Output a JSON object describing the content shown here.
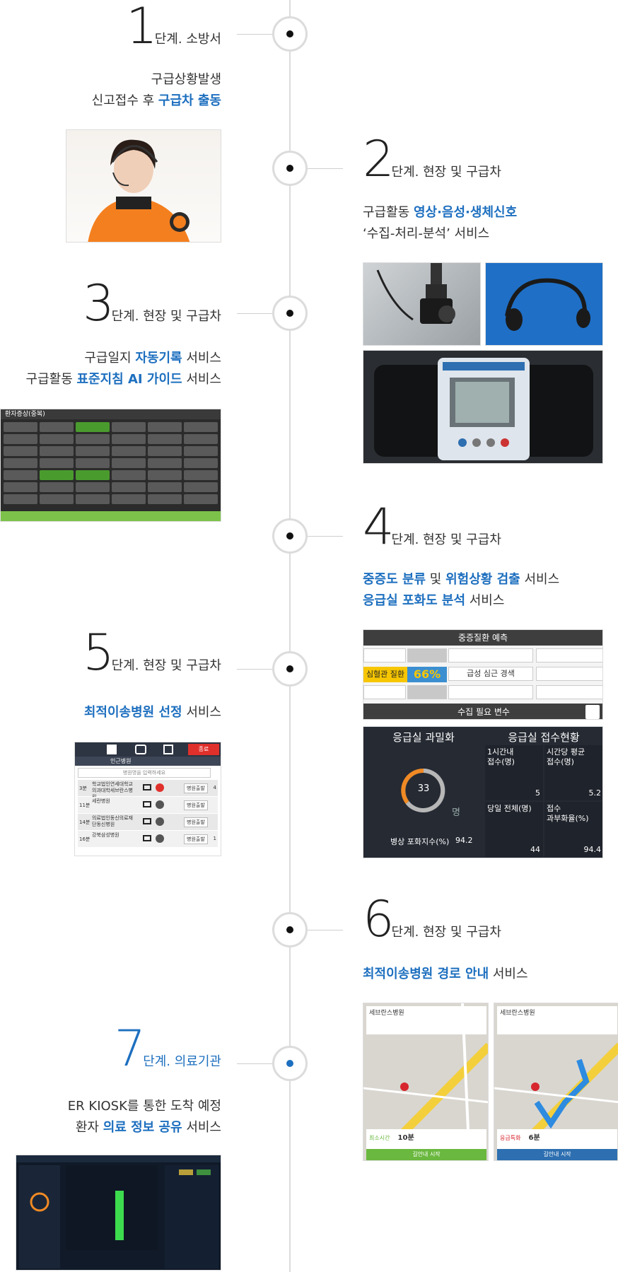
{
  "steps": [
    {
      "num": "1",
      "label": "단계. 소방서",
      "line1": "구급상황발생",
      "line2_pre": "신고접수 후 ",
      "line2_hl": "구급차 출동"
    },
    {
      "num": "2",
      "label": "단계. 현장 및 구급차",
      "line1_pre": "구급활동 ",
      "line1_hl": "영상·음성·생체신호",
      "line2": "‘수집-처리-분석’ 서비스"
    },
    {
      "num": "3",
      "label": "단계. 현장 및 구급차",
      "line1_pre": "구급일지 ",
      "line1_hl": "자동기록",
      "line1_post": " 서비스",
      "line2_pre": "구급활동 ",
      "line2_hl": "표준지침 AI 가이드",
      "line2_post": " 서비스"
    },
    {
      "num": "4",
      "label": "단계. 현장 및 구급차",
      "line1_hl1": "중증도 분류",
      "line1_mid": " 및 ",
      "line1_hl2": "위험상황 검출",
      "line1_post": " 서비스",
      "line2_hl": "응급실 포화도 분석",
      "line2_post": " 서비스"
    },
    {
      "num": "5",
      "label": "단계. 현장 및 구급차",
      "line1_hl": "최적이송병원 선정",
      "line1_post": " 서비스"
    },
    {
      "num": "6",
      "label": "단계. 현장 및 구급차",
      "line1_hl": "최적이송병원 경로 안내",
      "line1_post": " 서비스"
    },
    {
      "num": "7",
      "label": "단계. 의료기관",
      "line1": "ER KIOSK를 통한 도착 예정",
      "line2_pre": "환자 ",
      "line2_hl": "의료 정보 공유",
      "line2_post": " 서비스"
    }
  ],
  "screens": {
    "symptoms_title": "환자증상(중복)",
    "severity": {
      "title": "중증질환 예측",
      "disease": "심혈관 질환",
      "percent": "66%",
      "warning": "급성 심근 경색",
      "vars_title": "수집 필요 변수"
    },
    "er": {
      "left_title": "응급실 과밀화",
      "right_title": "응급실 접수현황",
      "gauge_value": "33",
      "gauge_unit": "명",
      "saturation_label": "병상 포화지수(%)",
      "saturation_value": "94.2",
      "cells": [
        {
          "label": "1시간내\n접수(명)",
          "value": "5"
        },
        {
          "label": "시간당 평균\n접수(명)",
          "value": "5.2"
        },
        {
          "label": "당일 전체(명)",
          "value": "44"
        },
        {
          "label": "접수\n과부화율(%)",
          "value": "94.4"
        }
      ]
    },
    "hospitals": {
      "tab_label": "종료",
      "nearby": "인근병원",
      "search_placeholder": "병원명을 입력하세요",
      "rows": [
        {
          "time": "3분",
          "name": "학교법인연세대학교의과대학세브란스병원",
          "btn": "병원출발",
          "n": "4"
        },
        {
          "time": "11분",
          "name": "세란병원",
          "btn": "병원출발",
          "n": ""
        },
        {
          "time": "14분",
          "name": "의료법인동신의료재단동신병원",
          "btn": "병원출발",
          "n": ""
        },
        {
          "time": "16분",
          "name": "강북삼성병원",
          "btn": "병원출발",
          "n": "1"
        }
      ]
    },
    "maps": [
      {
        "hospital": "세브란스병원",
        "mode": "최소시간",
        "time": "10분",
        "btn": "길안내 시작",
        "color": "#6ab83f"
      },
      {
        "hospital": "세브란스병원",
        "mode": "응급특화",
        "time": "6분",
        "btn": "길안내 시작",
        "color": "#2d6fb0"
      }
    ]
  },
  "colors": {
    "accent": "#1d6fbf",
    "line": "#dcdcdc"
  }
}
